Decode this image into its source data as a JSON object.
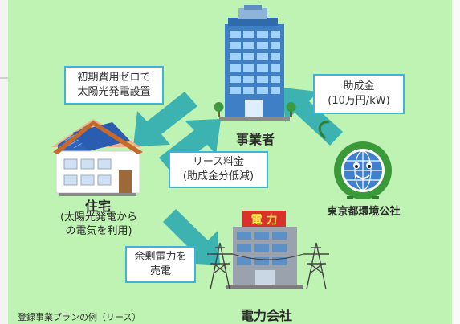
{
  "diagram": {
    "scheme_box": {
      "line1": "初期費用ゼロで",
      "line2": "太陽光発電設置"
    },
    "subsidy_box": {
      "line1": "助成金",
      "line2": "(10万円/kW)"
    },
    "lease_box": {
      "line1": "リース料金",
      "line2": "(助成金分低減)"
    },
    "surplus_box": {
      "line1": "余剰電力を",
      "line2": "売電"
    },
    "business_label": "事業者",
    "house_label": "住宅",
    "house_sub1": "(太陽光発電から",
    "house_sub2": "の電気を利用)",
    "agency_label": "東京都環境公社",
    "utility_label": "電力会社",
    "utility_sign": "電 力",
    "footnote": "登録事業プランの例（リース）"
  },
  "colors": {
    "background": "#bff3b3",
    "arrow": "#3cb3b0",
    "box_border": "#3fb3d8",
    "building_glass": "#4a90d9",
    "mascot": "#3a9a3a"
  },
  "icons": [
    "office-building-icon",
    "house-icon",
    "mascot-globe-icon",
    "power-company-icon",
    "transmission-tower-icon"
  ]
}
